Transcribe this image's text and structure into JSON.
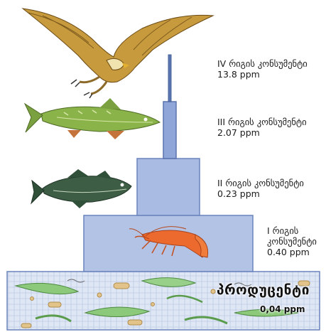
{
  "levels": [
    {
      "rank": "IV",
      "label": "IV რიგის კონსუმენტი",
      "value": "13.8 ppm"
    },
    {
      "rank": "III",
      "label": "III რიგის კონსუმენტი",
      "value": "2.07 ppm"
    },
    {
      "rank": "II",
      "label": "II რიგის კონსუმენტი",
      "value": "0.23 ppm"
    },
    {
      "rank": "I",
      "label_line1": "I რიგის",
      "label_line2": "კონსუმენტი",
      "value": "0.40 ppm"
    }
  ],
  "producers": {
    "label": "პროდუცენტი",
    "value": "0,04 ppm"
  },
  "colors": {
    "block_fill": "#a9bbe2",
    "block_stroke": "#6a84bd",
    "mesh_fill": "#cdd8ee",
    "algae_green": "#7cbf6a",
    "bacteria_tan": "#e2c38a"
  },
  "icons": [
    "eagle-icon",
    "pike-icon",
    "cod-icon",
    "shrimp-icon",
    "algae-icon"
  ]
}
